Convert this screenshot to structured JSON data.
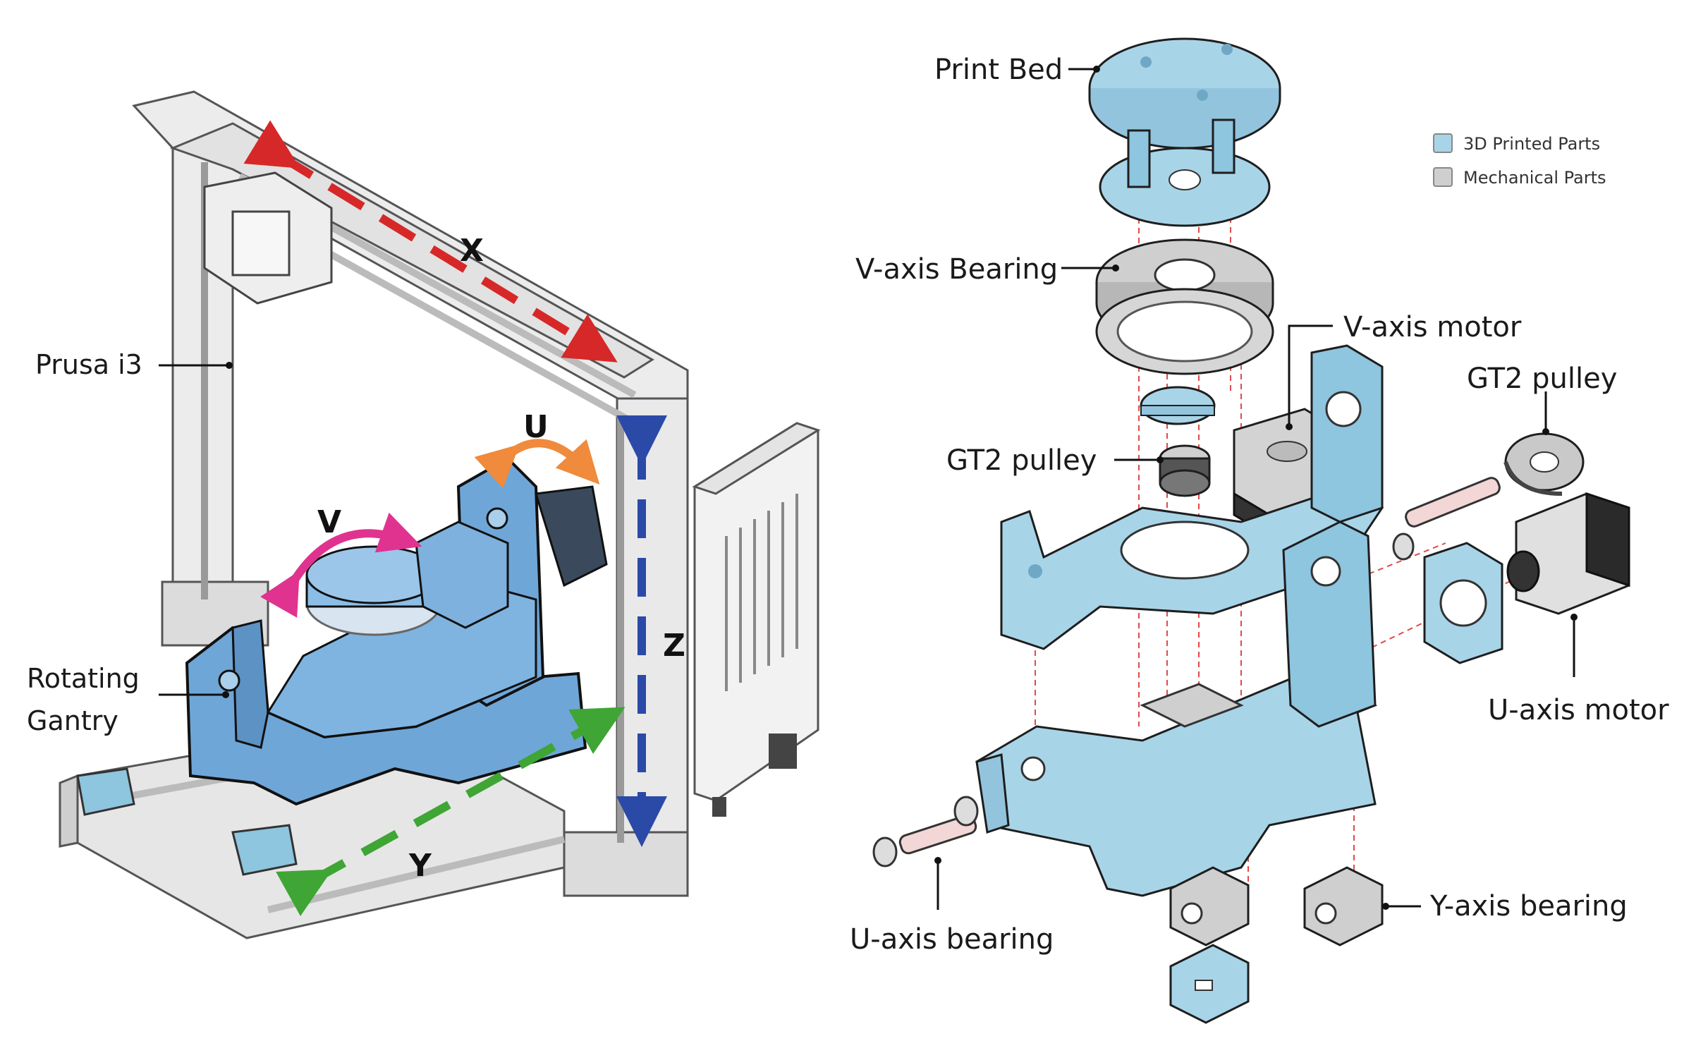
{
  "axes": {
    "x": "X",
    "y": "Y",
    "z": "Z",
    "u": "U",
    "v": "V"
  },
  "left_labels": {
    "prusa": "Prusa i3",
    "rotating_line1": "Rotating",
    "rotating_line2": "Gantry"
  },
  "right_labels": {
    "print_bed": "Print Bed",
    "v_axis_bearing": "V-axis Bearing",
    "v_axis_motor": "V-axis motor",
    "gt2_pulley_left": "GT2 pulley",
    "gt2_pulley_right": "GT2 pulley",
    "u_axis_motor": "U-axis motor",
    "u_axis_bearing": "U-axis bearing",
    "y_axis_bearing": "Y-axis bearing"
  },
  "legend": {
    "items": [
      {
        "label": "3D Printed Parts",
        "color": "#a8d4e8"
      },
      {
        "label": "Mechanical Parts",
        "color": "#cfcfcf"
      }
    ]
  },
  "colors": {
    "x_arrow": "#d62828",
    "y_arrow": "#3fa535",
    "z_arrow": "#2b4aa8",
    "u_arrow": "#f08a3c",
    "v_arrow": "#e0338f",
    "printed_part": "#a8d4e8",
    "gantry_part": "#6fa6d8",
    "mechanical_part": "#cfcfcf"
  }
}
